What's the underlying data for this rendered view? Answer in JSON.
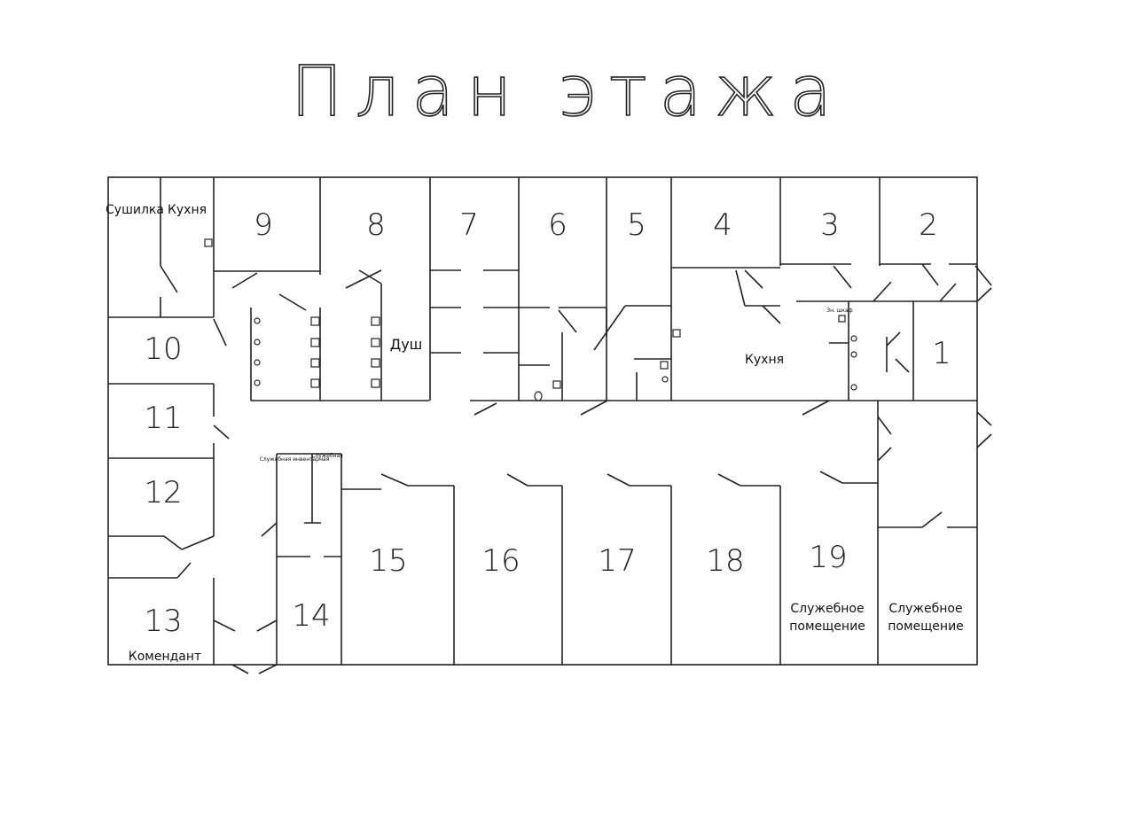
{
  "title": "План этажа",
  "labels": {
    "sushilka": "Сушилка",
    "kitchen_left": "Кухня",
    "shower": "Душ",
    "kitchen_main": "Кухня",
    "commandant": "Комендант",
    "util_1": "Служебная инвентарная",
    "util_2": "Служебная",
    "wc": "Зн. шкаф",
    "service_1": "Служебное помещение",
    "service_2": "Служебное помещение"
  },
  "rooms": {
    "r1": "1",
    "r2": "2",
    "r3": "3",
    "r4": "4",
    "r5": "5",
    "r6": "6",
    "r7": "7",
    "r8": "8",
    "r9": "9",
    "r10": "10",
    "r11": "11",
    "r12": "12",
    "r13": "13",
    "r14": "14",
    "r15": "15",
    "r16": "16",
    "r17": "17",
    "r18": "18",
    "r19": "19"
  }
}
